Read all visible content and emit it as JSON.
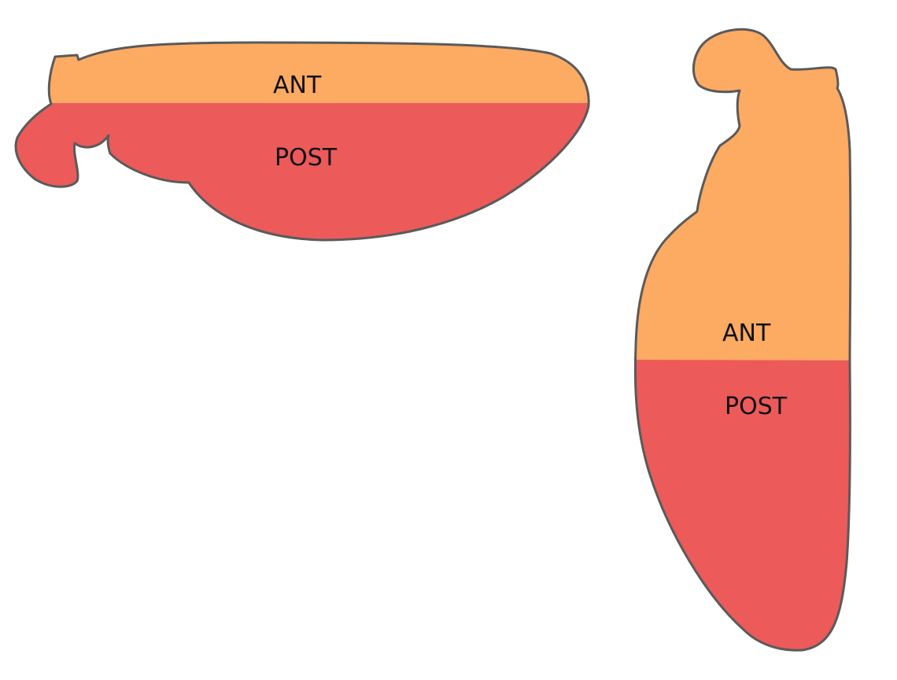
{
  "colors": {
    "anterior": "#fdaa63",
    "posterior": "#ec5a5a",
    "outline": "#5a5a5a",
    "background": "#ffffff"
  },
  "horizontal_wing": {
    "anterior_label": "ANT",
    "posterior_label": "POST"
  },
  "vertical_wing": {
    "anterior_label": "ANT",
    "posterior_label": "POST"
  }
}
